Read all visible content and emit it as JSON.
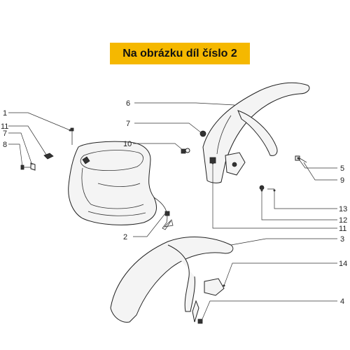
{
  "banner": {
    "text": "Na obrázku díl číslo 2",
    "color": "#f5b800"
  },
  "callouts": [
    {
      "id": "c1",
      "label": "1"
    },
    {
      "id": "c11a",
      "label": "11"
    },
    {
      "id": "c7a",
      "label": "7"
    },
    {
      "id": "c8",
      "label": "8"
    },
    {
      "id": "c10",
      "label": "10"
    },
    {
      "id": "c2",
      "label": "2"
    },
    {
      "id": "c6",
      "label": "6"
    },
    {
      "id": "c7b",
      "label": "7"
    },
    {
      "id": "c5",
      "label": "5"
    },
    {
      "id": "c9",
      "label": "9"
    },
    {
      "id": "c13",
      "label": "13"
    },
    {
      "id": "c12",
      "label": "12"
    },
    {
      "id": "c11b",
      "label": "11"
    },
    {
      "id": "c3",
      "label": "3"
    },
    {
      "id": "c14",
      "label": "14"
    },
    {
      "id": "c4",
      "label": "4"
    }
  ]
}
